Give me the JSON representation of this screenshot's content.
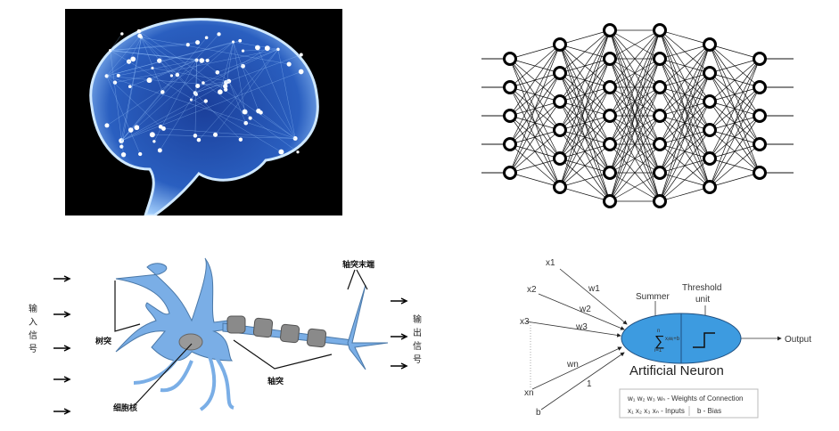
{
  "panels": {
    "brain": {
      "colors": {
        "background": "#000000",
        "glow": "#7fb8ff"
      }
    },
    "network": {
      "layers": [
        5,
        6,
        7,
        7,
        6,
        5
      ]
    },
    "bio_neuron": {
      "input_label": [
        "输",
        "入",
        "信",
        "号"
      ],
      "output_label": [
        "输",
        "出",
        "信",
        "号"
      ],
      "dendrite": "树突",
      "nucleus": "细胞核",
      "axon": "轴突",
      "axon_terminal": "轴突末端",
      "colors": {
        "cell": "#7aaee6",
        "myelin": "#8a8a8a"
      }
    },
    "artificial_neuron": {
      "inputs": [
        "x1",
        "x2",
        "x3",
        "xn",
        "b"
      ],
      "weights": [
        "w1",
        "w2",
        "w3",
        "wn",
        "1"
      ],
      "summer": "Summer",
      "threshold_line1": "Threshold",
      "threshold_line2": "unit",
      "formula": "xᵢwᵢ+b",
      "sum_top": "n",
      "sum_bottom": "i=1",
      "output": "Output",
      "title": "Artificial Neuron",
      "legend_weights": "w₁ w₂ w₃ wₙ - Weights of Connection",
      "legend_inputs": "x₁ x₂ x₃ xₙ - Inputs",
      "legend_bias": "b - Bias",
      "colors": {
        "body": "#3d9be0"
      }
    }
  }
}
